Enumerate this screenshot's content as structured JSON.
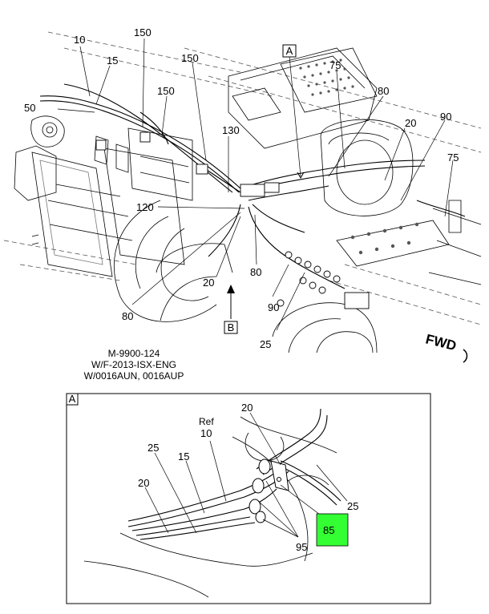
{
  "main_view": {
    "callouts": {
      "c10": "10",
      "c150a": "150",
      "c150b": "150",
      "c150c": "150",
      "c15": "15",
      "c50": "50",
      "c130": "130",
      "c120": "120",
      "c20a": "20",
      "c80a": "80",
      "c80b": "80",
      "c90a": "90",
      "c25": "25",
      "c75a": "75",
      "c80c": "80",
      "c20b": "20",
      "c90b": "90",
      "c75b": "75"
    },
    "view_a_marker": "A",
    "view_b_marker": "B",
    "fwd_label": "FWD"
  },
  "caption": {
    "line1": "M-9900-124",
    "line2": "W/F-2013-ISX-ENG",
    "line3": "W/0016AUN, 0016AUP"
  },
  "detail_a": {
    "title": "A",
    "ref_label": "Ref",
    "callouts": {
      "d20a": "20",
      "d10": "10",
      "d25a": "25",
      "d15": "15",
      "d20b": "20",
      "d25b": "25",
      "d85": "85",
      "d95": "95"
    },
    "highlight_color": "#33ff33"
  }
}
